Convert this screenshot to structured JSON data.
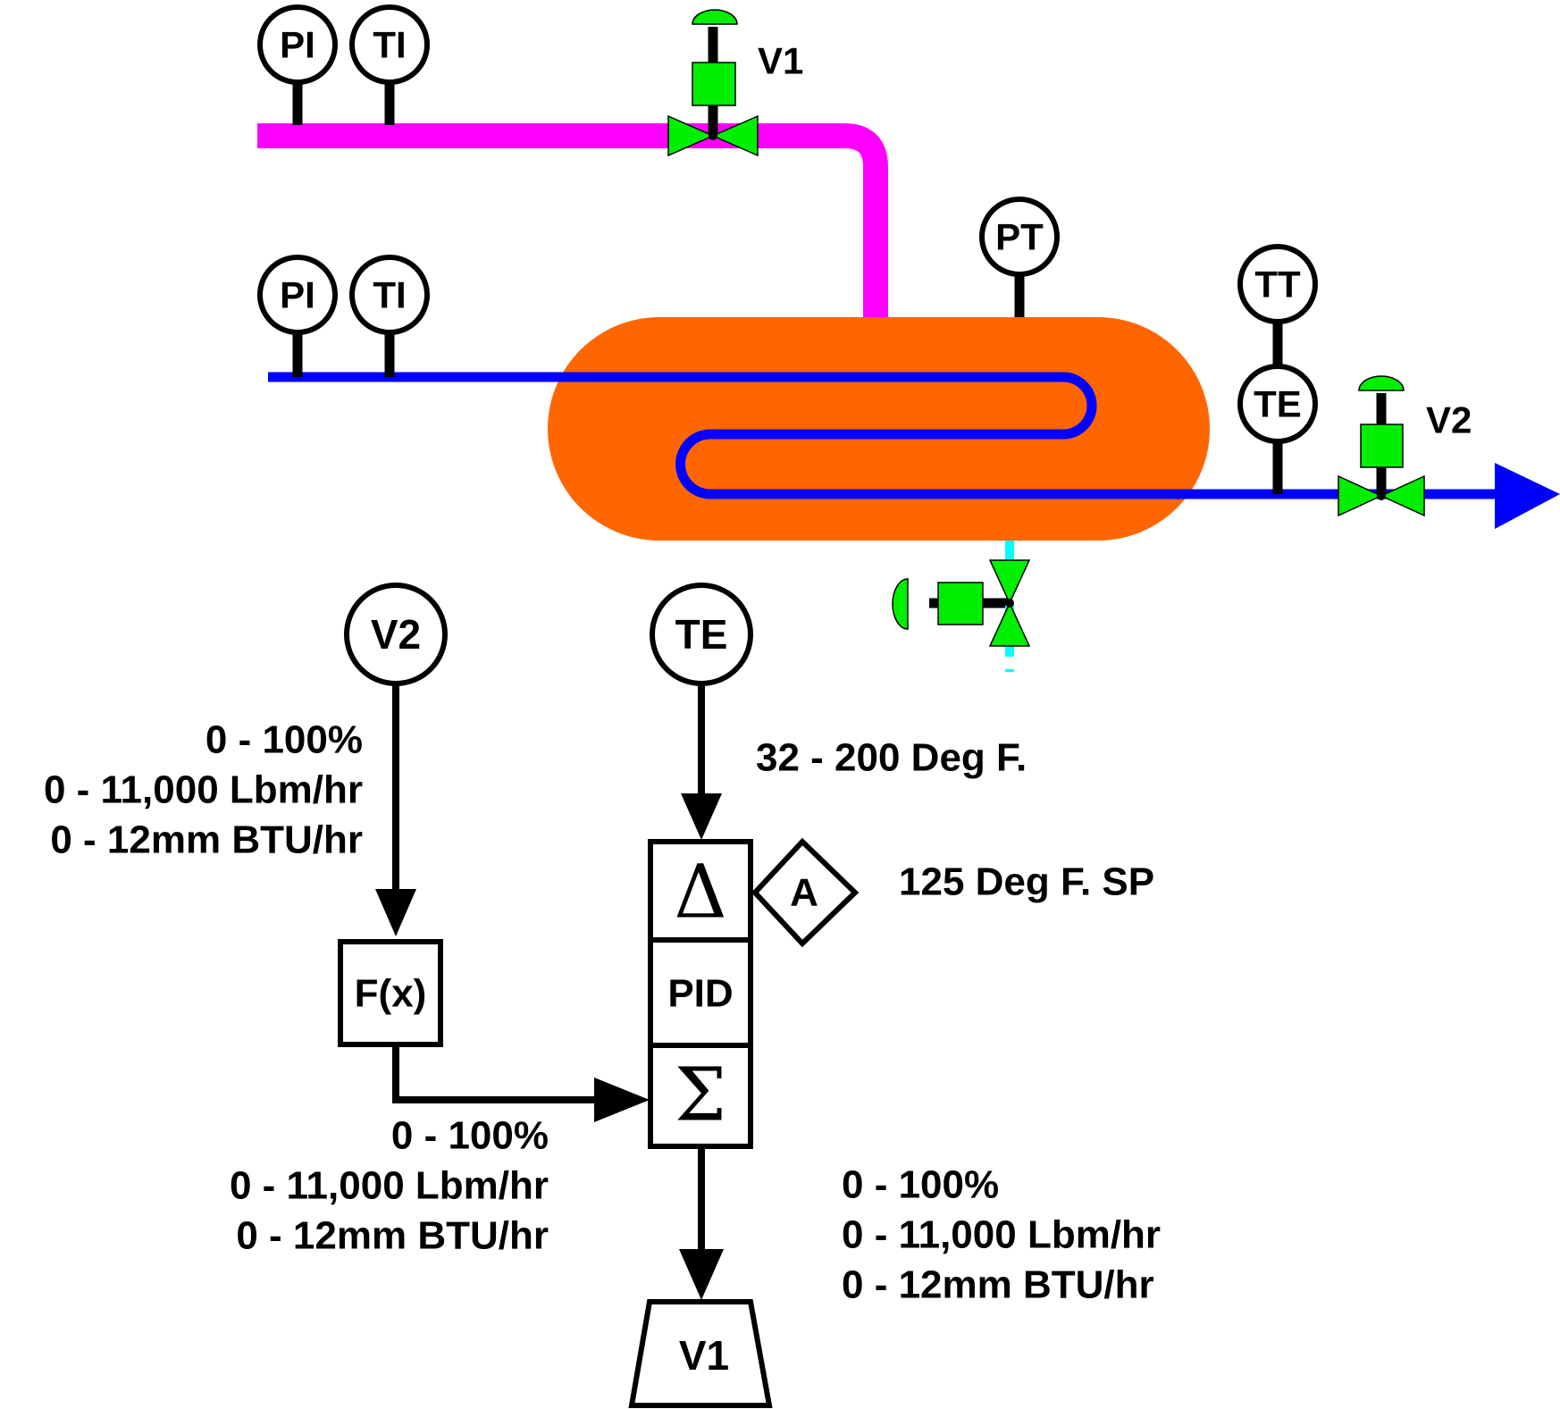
{
  "instruments": {
    "steam_pi": "PI",
    "steam_ti": "TI",
    "water_pi": "PI",
    "water_ti": "TI",
    "pt": "PT",
    "tt": "TT",
    "te": "TE"
  },
  "valves": {
    "v1": "V1",
    "v2": "V2"
  },
  "control": {
    "v2_input": "V2",
    "te_input": "TE",
    "fx_block": "F(x)",
    "delta_block": "Δ",
    "pid_block": "PID",
    "sum_block": "Σ",
    "auto_marker": "A",
    "output_v1": "V1",
    "te_range": "32 - 200 Deg F.",
    "setpoint": "125 Deg F. SP",
    "v2_ranges": [
      "0 - 100%",
      "0 - 11,000 Lbm/hr",
      "0 - 12mm BTU/hr"
    ],
    "fx_ranges": [
      "0 - 100%",
      "0 - 11,000 Lbm/hr",
      "0 - 12mm BTU/hr"
    ],
    "output_ranges": [
      "0 - 100%",
      "0 - 11,000 Lbm/hr",
      "0 - 12mm BTU/hr"
    ]
  },
  "colors": {
    "steam": "#ff00ff",
    "water": "#0000ff",
    "vessel": "#ff6600",
    "valve": "#00ee00",
    "drain": "#00ffff"
  }
}
